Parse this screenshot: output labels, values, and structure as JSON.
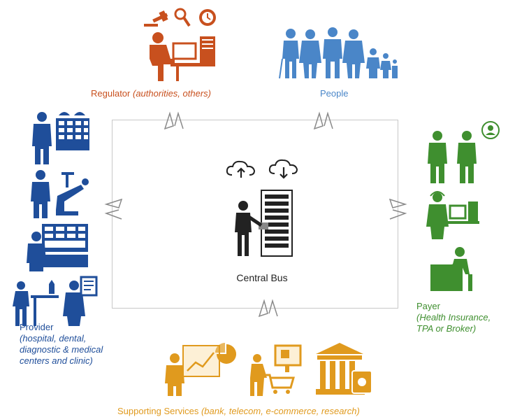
{
  "colors": {
    "regulator": "#c8501e",
    "people": "#4a86c8",
    "provider": "#1f4e9a",
    "payer": "#3f8f2f",
    "services": "#e09a1e",
    "center": "#222222",
    "arrow": "#8a8a8a"
  },
  "center": {
    "label": "Central Bus"
  },
  "regulator": {
    "name": "Regulator",
    "detail": "(authorities, others)"
  },
  "people": {
    "name": "People"
  },
  "provider": {
    "name": "Provider",
    "detail_lines": [
      "(hospital, dental,",
      "diagnostic & medical",
      "centers and clinic)"
    ]
  },
  "payer": {
    "name": "Payer",
    "detail_lines": [
      "(Health Insurance,",
      "TPA or Broker)"
    ]
  },
  "services": {
    "name": "Supporting Services",
    "detail": "(bank, telecom, e-commerce, research)"
  },
  "icons": {
    "regulator": [
      "gavel-icon",
      "magnifier-icon",
      "clock-icon",
      "office-worker-icon"
    ],
    "people": [
      "family-icon"
    ],
    "provider": [
      "hospital-building-icon",
      "dental-chair-icon",
      "diagnostic-lab-icon",
      "medical-consult-icon"
    ],
    "payer": [
      "agents-phone-icon",
      "call-center-icon",
      "office-desk-icon"
    ],
    "services": [
      "presentation-chart-icon",
      "shopping-cart-icon",
      "bank-icon"
    ],
    "center": [
      "cloud-upload-icon",
      "cloud-download-icon",
      "server-operator-icon"
    ]
  }
}
